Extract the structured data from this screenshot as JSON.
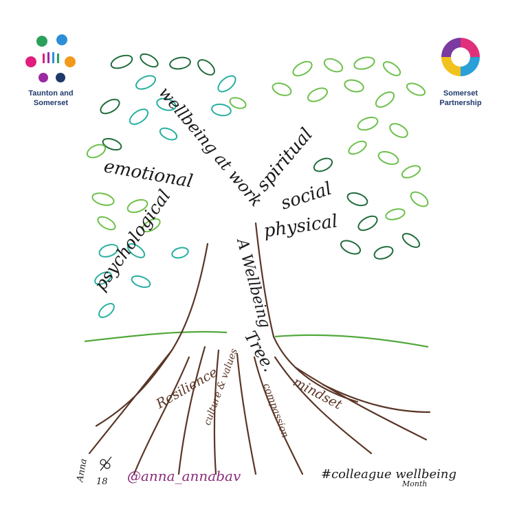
{
  "logos": {
    "left": {
      "line1": "Taunton and",
      "line2": "Somerset"
    },
    "right": {
      "line1": "Somerset",
      "line2": "Partnership"
    }
  },
  "tree": {
    "title_line": "A Wellbeing",
    "title_word": "Tree.",
    "branches": {
      "wellbeing_at_work": "wellbeing at work",
      "emotional": "emotional",
      "psychological": "psychological",
      "spiritual": "spiritual",
      "social": "social",
      "physical": "physical"
    },
    "roots": {
      "resilience": "Resilience",
      "culture_values": "culture & values",
      "compassion": "compassion",
      "mindset": "mindset"
    }
  },
  "footer": {
    "signature_name": "Anna",
    "signature_year": "18",
    "handle": "@anna_annabav",
    "hashtag": "#colleague wellbeing",
    "hashtag_line2": "Month"
  },
  "colors": {
    "trunk": "#5a3526",
    "ink": "#1a1a1a",
    "handle": "#8a2a7a",
    "grass": "#52a83a",
    "leaf_dark": "#1f6b3a",
    "leaf_teal": "#27b0a0",
    "leaf_light": "#6cc04a"
  }
}
